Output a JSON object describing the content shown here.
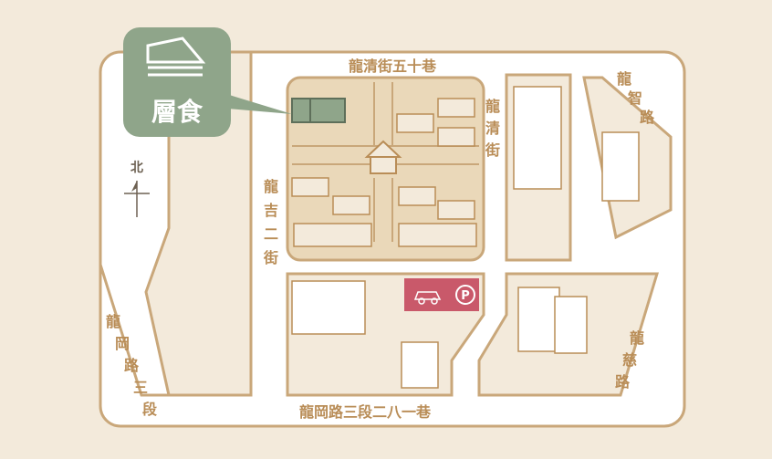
{
  "logo": {
    "text": "層食"
  },
  "compass": {
    "label": "北"
  },
  "streets": {
    "top": "龍清街五十巷",
    "vertical_middle": [
      "龍",
      "清",
      "街"
    ],
    "left_vertical": [
      "龍",
      "吉",
      "二",
      "街"
    ],
    "right_top": [
      "龍",
      "智",
      "路"
    ],
    "left_diagonal": [
      "龍",
      "岡",
      "路",
      "三",
      "段"
    ],
    "right_lower": [
      "龍",
      "慈",
      "路"
    ],
    "bottom": "龍岡路三段二八一巷"
  },
  "parking": {
    "symbol": "P"
  },
  "colors": {
    "background": "#f3eadb",
    "road": "#ffffff",
    "outline": "#c9a77a",
    "label": "#b98d57",
    "logo": "#8fa58a",
    "park": "#ead8b9",
    "parking": "#c9596a"
  }
}
